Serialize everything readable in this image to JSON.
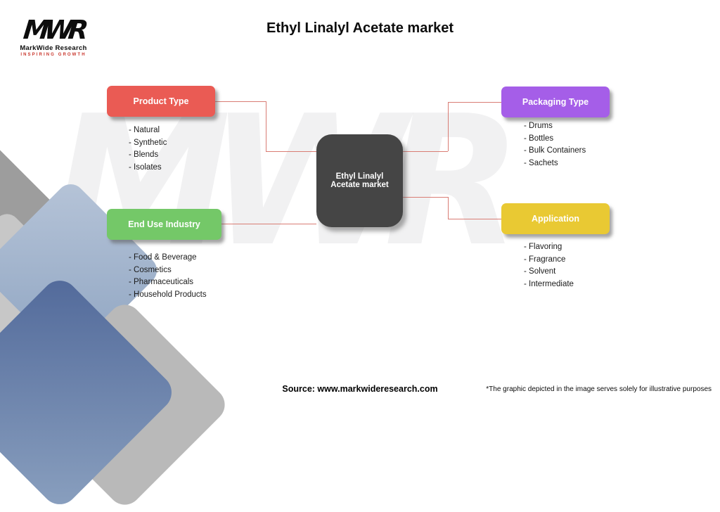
{
  "page": {
    "title": "Ethyl Linalyl Acetate market"
  },
  "logo": {
    "monogram": "MWR",
    "name": "MarkWide Research",
    "tagline": "INSPIRING GROWTH"
  },
  "watermark": "MWR",
  "center_node": {
    "label": "Ethyl Linalyl Acetate market",
    "color": "#454545"
  },
  "nodes": [
    {
      "label": "Product Type",
      "color": "#EA5B54",
      "items": [
        "- Natural",
        "- Synthetic",
        "- Blends",
        "- Isolates"
      ]
    },
    {
      "label": "Packaging Type",
      "color": "#A55EE8",
      "items": [
        "- Drums",
        "- Bottles",
        "- Bulk Containers",
        "- Sachets"
      ]
    },
    {
      "label": "End Use Industry",
      "color": "#74C868",
      "items": [
        "- Food & Beverage",
        "- Cosmetics",
        "- Pharmaceuticals",
        "- Household Products"
      ]
    },
    {
      "label": "Application",
      "color": "#E9C933",
      "items": [
        "- Flavoring",
        "- Fragrance",
        "- Solvent",
        "- Intermediate"
      ]
    }
  ],
  "connector_color": "#D97C74",
  "footer": {
    "source": "Source: www.markwideresearch.com",
    "disclaimer": "*The graphic depicted in the image serves solely for illustrative purposes"
  }
}
